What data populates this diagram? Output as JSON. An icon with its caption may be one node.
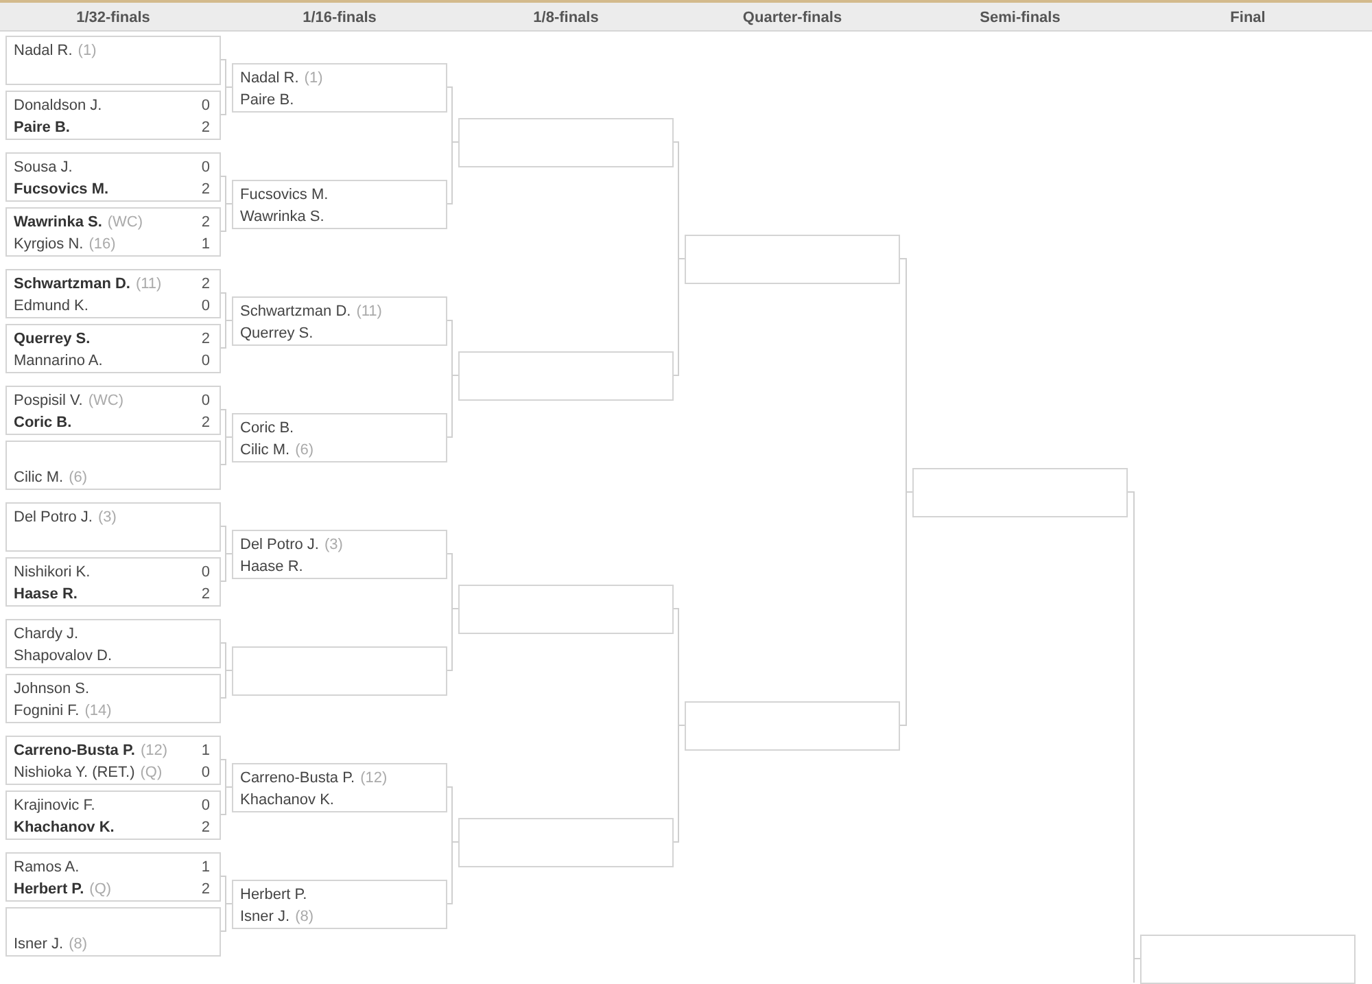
{
  "diagram": {
    "nodes": [
      {
        "text": [
          "Nadal R.",
          "(1)"
        ]
      },
      {
        "text": [
          "Donaldson J.",
          "0",
          "Paire B.",
          "2"
        ]
      },
      {
        "text": [
          "Sousa J.",
          "0",
          "Fucsovics M.",
          "2"
        ]
      },
      {
        "text": [
          "Wawrinka S.",
          "(WC)",
          "2",
          "Kyrgios N.",
          "(16)",
          "1"
        ]
      },
      {
        "text": [
          "Schwartzman D.",
          "(11)",
          "2",
          "Edmund K.",
          "0"
        ]
      },
      {
        "text": [
          "Querrey S.",
          "2",
          "Mannarino A.",
          "0"
        ]
      },
      {
        "text": [
          "Pospisil V.",
          "(WC)",
          "0",
          "Coric B.",
          "2"
        ]
      },
      {
        "text": [
          "Cilic M.",
          "(6)"
        ]
      },
      {
        "text": [
          "Del Potro J.",
          "(3)"
        ]
      },
      {
        "text": [
          "Nishikori K.",
          "0",
          "Haase R.",
          "2"
        ]
      },
      {
        "text": [
          "Chardy J.",
          "Shapovalov D."
        ]
      },
      {
        "text": [
          "Johnson S.",
          "Fognini F.",
          "(14)"
        ]
      },
      {
        "text": [
          "Carreno-Busta P.",
          "(12)",
          "1",
          "Nishioka Y. (RET.)",
          "(Q)",
          "0"
        ]
      },
      {
        "text": [
          "Krajinovic F.",
          "0",
          "Khachanov K.",
          "2"
        ]
      },
      {
        "text": [
          "Ramos A.",
          "1",
          "Herbert P.",
          "(Q)",
          "2"
        ]
      },
      {
        "text": [
          "Isner J.",
          "(8)"
        ]
      },
      {
        "text": [
          "Nadal R.",
          "(1)",
          "Paire B."
        ]
      },
      {
        "text": [
          "Fucsovics M.",
          "Wawrinka S."
        ]
      },
      {
        "text": [
          "Schwartzman D.",
          "(11)",
          "Querrey S."
        ]
      },
      {
        "text": [
          "Coric B.",
          "Cilic M.",
          "(6)"
        ]
      },
      {
        "text": [
          "Del Potro J.",
          "(3)",
          "Haase R."
        ]
      },
      {
        "text": [],
        "shape": "box"
      },
      {
        "text": [
          "Carreno-Busta P.",
          "(12)",
          "Khachanov K."
        ]
      },
      {
        "text": [
          "Herbert P.",
          "Isner J.",
          "(8)"
        ]
      },
      {
        "text": [],
        "shape": "box"
      },
      {
        "text": [],
        "shape": "box"
      },
      {
        "text": [],
        "shape": "box"
      },
      {
        "text": [],
        "shape": "box"
      },
      {
        "text": [],
        "shape": "box"
      },
      {
        "text": [],
        "shape": "box"
      },
      {
        "text": [],
        "shape": "box"
      },
      {
        "text": [],
        "shape": "box"
      }
    ],
    "edges": [
      {
        "from": 0,
        "to": 16,
        "arrow": "none"
      },
      {
        "from": 1,
        "to": 16,
        "arrow": "none"
      },
      {
        "from": 2,
        "to": 17,
        "arrow": "none"
      },
      {
        "from": 3,
        "to": 17,
        "arrow": "none"
      },
      {
        "from": 4,
        "to": 18,
        "arrow": "none"
      },
      {
        "from": 5,
        "to": 18,
        "arrow": "none"
      },
      {
        "from": 6,
        "to": 19,
        "arrow": "none"
      },
      {
        "from": 7,
        "to": 19,
        "arrow": "none"
      },
      {
        "from": 8,
        "to": 20,
        "arrow": "none"
      },
      {
        "from": 9,
        "to": 20,
        "arrow": "none"
      },
      {
        "from": 10,
        "to": 21,
        "arrow": "none"
      },
      {
        "from": 11,
        "to": 21,
        "arrow": "none"
      },
      {
        "from": 12,
        "to": 22,
        "arrow": "none"
      },
      {
        "from": 13,
        "to": 22,
        "arrow": "none"
      },
      {
        "from": 14,
        "to": 23,
        "arrow": "none"
      },
      {
        "from": 15,
        "to": 23,
        "arrow": "none"
      },
      {
        "from": 16,
        "to": 24,
        "arrow": "none"
      },
      {
        "from": 17,
        "to": 24,
        "arrow": "none"
      },
      {
        "from": 18,
        "to": 25,
        "arrow": "none"
      },
      {
        "from": 19,
        "to": 25,
        "arrow": "none"
      },
      {
        "from": 20,
        "to": 26,
        "arrow": "none"
      },
      {
        "from": 21,
        "to": 26,
        "arrow": "none"
      },
      {
        "from": 22,
        "to": 27,
        "arrow": "none"
      },
      {
        "from": 23,
        "to": 27,
        "arrow": "none"
      },
      {
        "from": 24,
        "to": 28,
        "arrow": "none"
      },
      {
        "from": 25,
        "to": 28,
        "arrow": "none"
      },
      {
        "from": 26,
        "to": 29,
        "arrow": "none"
      },
      {
        "from": 27,
        "to": 29,
        "arrow": "none"
      },
      {
        "from": 28,
        "to": 30,
        "arrow": "none"
      },
      {
        "from": 29,
        "to": 30,
        "arrow": "none"
      },
      {
        "from": 30,
        "to": 31,
        "arrow": "none"
      },
      {
        "from": null,
        "to": 31,
        "arrow": "none"
      }
    ],
    "labels": [
      "1/32-finals",
      "1/16-finals",
      "1/8-finals",
      "Quarter-finals",
      "Semi-finals",
      "Final"
    ]
  }
}
